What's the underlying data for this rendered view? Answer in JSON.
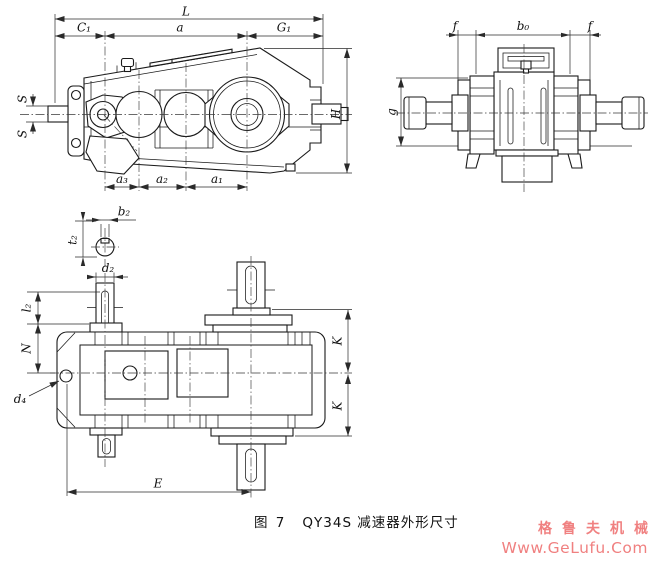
{
  "figure": {
    "caption": {
      "prefix": "图 7",
      "title": "QY34S 减速器外形尺寸"
    },
    "watermark": {
      "line1": "格鲁夫机械",
      "line2": "Www.GeLufu.Com",
      "color": "#f08080"
    },
    "line_color": "#1a1a1a",
    "views": {
      "side_view": {
        "dims": {
          "L": "L",
          "C1": "C₁",
          "a": "a",
          "G1": "G₁",
          "S": "S",
          "H": "H",
          "a3": "a₃",
          "a2": "a₂",
          "a1": "a₁"
        }
      },
      "end_view": {
        "dims": {
          "f": "f",
          "b0": "b₀",
          "g": "g"
        }
      },
      "plan_view": {
        "dims": {
          "b2": "b₂",
          "t2": "t₂",
          "d2": "d₂",
          "l2": "l₂",
          "N": "N",
          "K": "K",
          "d4": "d₄",
          "E": "E"
        }
      }
    }
  }
}
